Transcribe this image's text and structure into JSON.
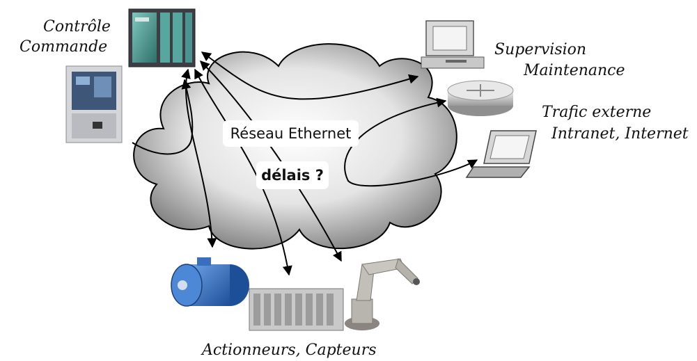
{
  "labels": {
    "controle": "Contrôle",
    "commande": "Commande",
    "supervision": "Supervision",
    "maintenance": "Maintenance",
    "trafic": "Trafic externe",
    "intranet": "Intranet, Internet",
    "actionneurs": "Actionneurs, Capteurs"
  },
  "network": {
    "name": "Réseau Ethernet",
    "question": "délais ?"
  },
  "colors": {
    "cloud_light": "#ffffff",
    "cloud_dark": "#8a8a8a",
    "plc": "#5aa7a0",
    "motor": "#2f6bbf",
    "robot": "#b8b4ae"
  },
  "icons": [
    "plc-icon",
    "hmi-panel-icon",
    "monitor-icon",
    "router-icon",
    "laptop-icon",
    "motor-icon",
    "io-modules-icon",
    "robot-arm-icon"
  ]
}
